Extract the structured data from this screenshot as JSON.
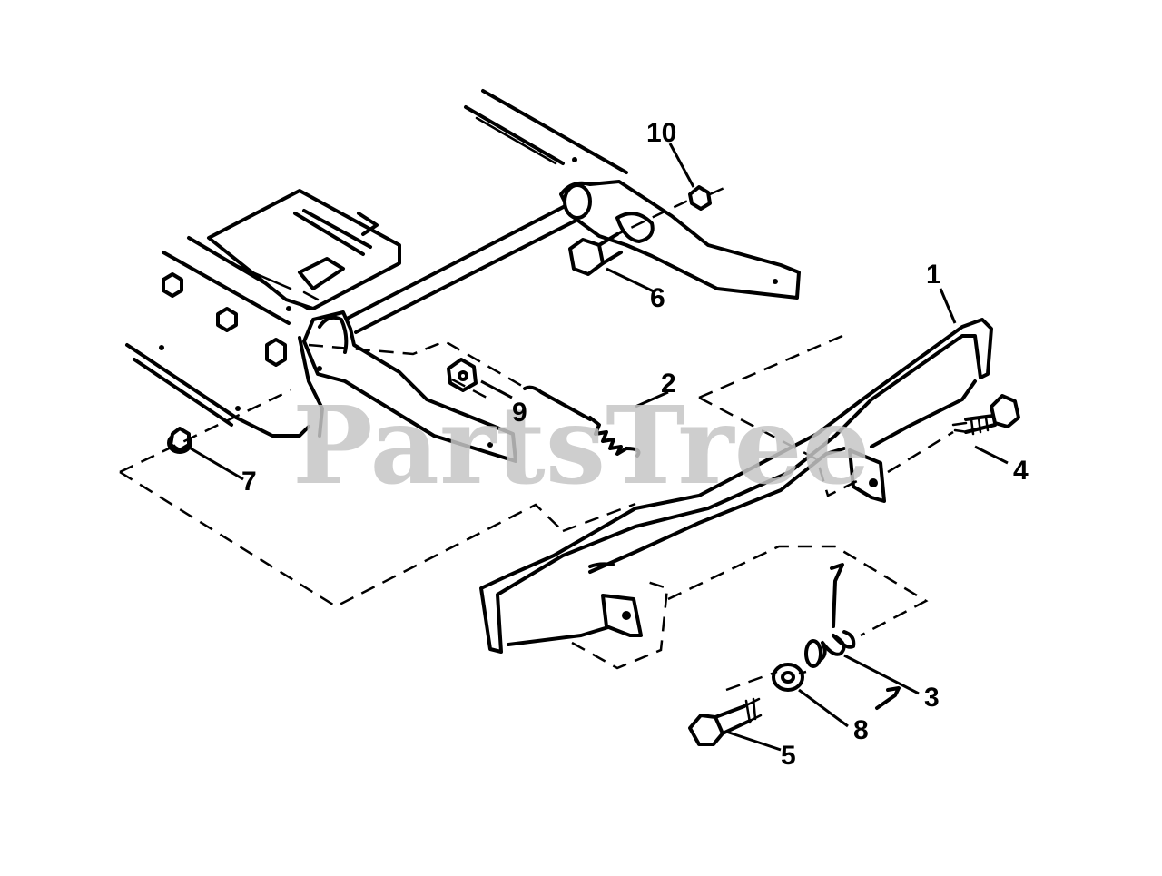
{
  "diagram": {
    "watermark": "PartsTree",
    "callouts": [
      {
        "id": "callout-1",
        "label": "1"
      },
      {
        "id": "callout-2",
        "label": "2"
      },
      {
        "id": "callout-3",
        "label": "3"
      },
      {
        "id": "callout-4",
        "label": "4"
      },
      {
        "id": "callout-5",
        "label": "5"
      },
      {
        "id": "callout-6",
        "label": "6"
      },
      {
        "id": "callout-7",
        "label": "7"
      },
      {
        "id": "callout-8",
        "label": "8"
      },
      {
        "id": "callout-9",
        "label": "9"
      },
      {
        "id": "callout-10",
        "label": "10"
      }
    ],
    "parts": [
      "frame-rail-left",
      "frame-rail-right",
      "cross-shaft",
      "height-adjust-plate",
      "hanger-bracket-left",
      "hanger-bracket-right",
      "front-hanger-bar",
      "extension-spring",
      "compression-spring",
      "hex-bolt",
      "shoulder-bolt",
      "flat-washer",
      "hex-nut",
      "flange-nut",
      "lock-nut"
    ]
  }
}
